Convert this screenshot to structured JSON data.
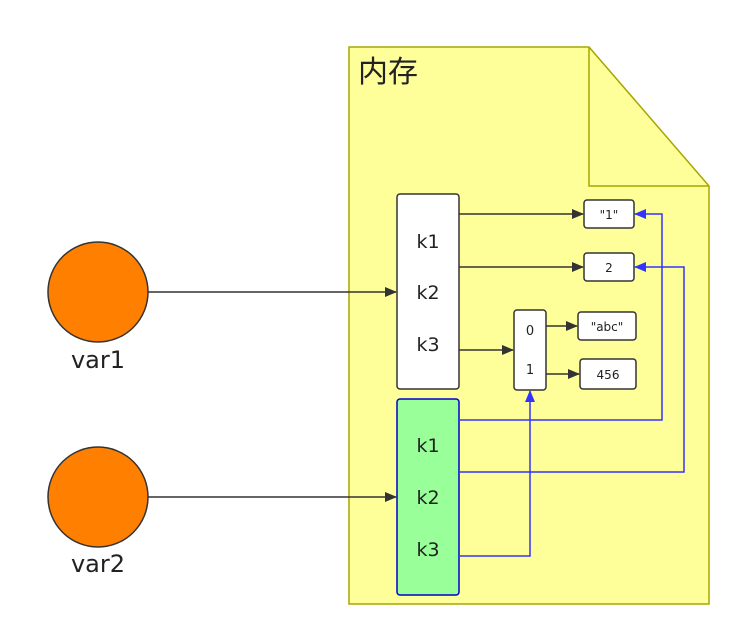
{
  "memory": {
    "label": "内存"
  },
  "variables": {
    "var1": "var1",
    "var2": "var2"
  },
  "object1": {
    "keys": [
      "k1",
      "k2",
      "k3"
    ]
  },
  "object2": {
    "keys": [
      "k1",
      "k2",
      "k3"
    ]
  },
  "array": {
    "indices": [
      "0",
      "1"
    ]
  },
  "values": {
    "v1": "\"1\"",
    "v2": "2",
    "v_abc": "\"abc\"",
    "v_456": "456"
  },
  "colors": {
    "memory_fill": "#ffff99",
    "memory_stroke": "#a6a600",
    "variable_fill": "#ff7f00",
    "object2_fill": "#99ff99",
    "object2_stroke": "#0000cc",
    "copy_arrow": "#3333ff",
    "ref_arrow": "#333333"
  }
}
